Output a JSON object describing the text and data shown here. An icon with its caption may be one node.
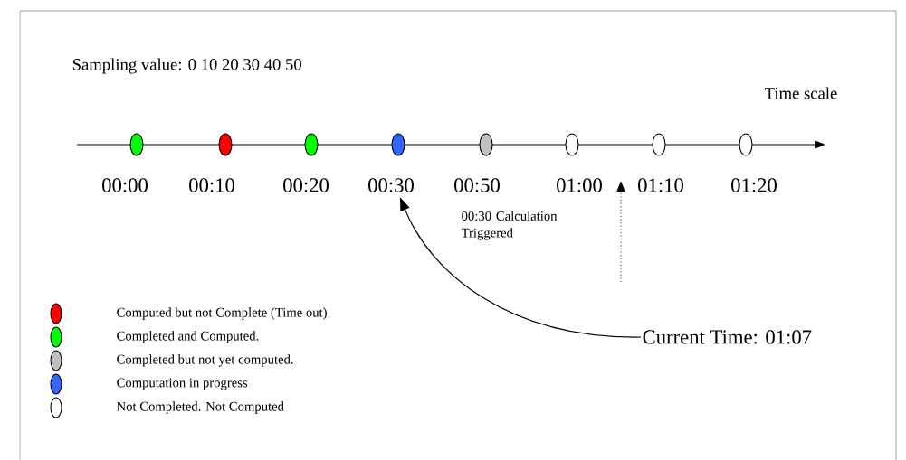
{
  "diagram": {
    "nodes": [
      {
        "text": [
          "00:00"
        ]
      },
      {
        "text": [
          "00:10"
        ]
      },
      {
        "text": [
          "00:20"
        ]
      },
      {
        "text": [
          "00:30"
        ]
      },
      {
        "text": [
          "00:50"
        ]
      },
      {
        "text": [
          "01:00"
        ]
      },
      {
        "text": [
          "01:10"
        ]
      },
      {
        "text": [
          "01:20"
        ]
      },
      {
        "text": [
          "Current Time: 01:07"
        ]
      }
    ],
    "edges": [
      {
        "from": 8,
        "to": 3,
        "arrow": "to",
        "label": "00:30 Calculation Triggered"
      }
    ],
    "labels": [
      "Sampling value: 0 10 20 30 40 50",
      "Time scale"
    ],
    "legend": [
      {
        "text": "Computed but not Complete (Time out)",
        "color": "#ff0000"
      },
      {
        "text": "Completed and Computed.",
        "color": "#00ff00"
      },
      {
        "text": "Completed but not yet computed.",
        "color": "#c0c0c0"
      },
      {
        "text": "Computation in progress",
        "color": "#3366ff"
      },
      {
        "text": "Not Completed. Not Computed"
      }
    ]
  }
}
